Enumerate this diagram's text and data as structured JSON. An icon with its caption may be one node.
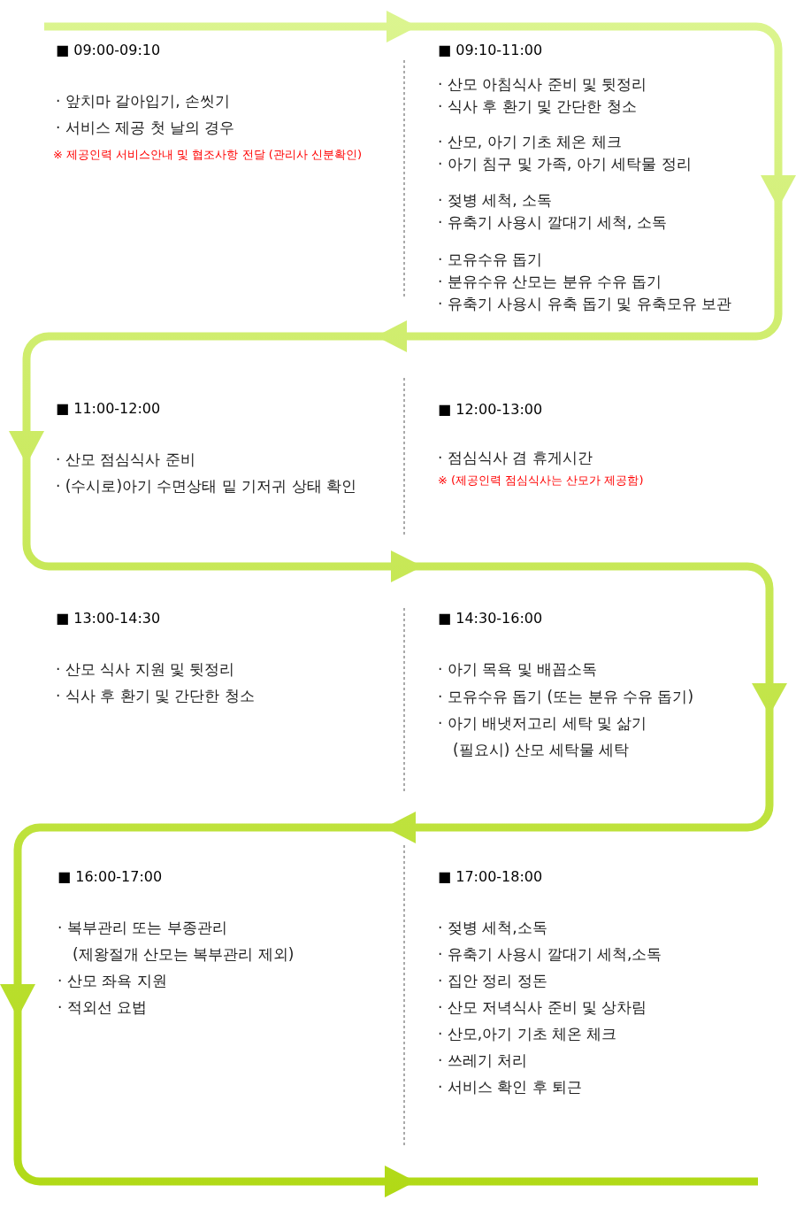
{
  "diagram": {
    "labels": [
      "■ 09:00-09:10",
      "· 앞치마 갈아입기, 손씻기",
      "· 서비스 제공 첫 날의 경우",
      "※ 제공인력 서비스안내 및 협조사항 전달 (관리사 신분확인)",
      "■ 09:10-11:00",
      "· 산모 아침식사 준비 및 뒷정리",
      "· 식사 후 환기 및 간단한 청소",
      "· 산모, 아기 기초 체온 체크",
      "· 아기 침구 및 가족, 아기 세탁물 정리",
      "· 젖병 세척, 소독",
      "· 유축기 사용시 깔대기 세척, 소독",
      "· 모유수유 돕기",
      "· 분유수유 산모는 분유 수유 돕기",
      "· 유축기 사용시 유축 돕기 및 유축모유 보관",
      "■ 11:00-12:00",
      "· 산모 점심식사 준비",
      "· (수시로)아기 수면상태 밑 기저귀 상태 확인",
      "■ 12:00-13:00",
      "· 점심식사 겸 휴게시간",
      "※ (제공인력 점심식사는 산모가 제공함)",
      "■ 13:00-14:30",
      "· 산모 식사 지원 및 뒷정리",
      "· 식사 후 환기 및 간단한 청소",
      "■ 14:30-16:00",
      "· 아기 목욕 및 배꼽소독",
      "· 모유수유 돕기 (또는 분유 수유 돕기)",
      "· 아기 배냇저고리 세탁 및 삶기",
      "(필요시) 산모 세탁물 세탁",
      "■ 16:00-17:00",
      "· 복부관리 또는 부종관리",
      "(제왕절개 산모는 복부관리 제외)",
      "· 산모 좌욕 지원",
      "· 적외선 요법",
      "■ 17:00-18:00",
      "· 젖병 세척,소독",
      "· 유축기 사용시 깔대기 세척,소독",
      "· 집안 정리 정돈",
      "· 산모 저녁식사 준비 및 상차림",
      "· 산모,아기 기초 체온 체크",
      "· 쓰레기 처리",
      "· 서비스 확인 후 퇴근"
    ]
  }
}
